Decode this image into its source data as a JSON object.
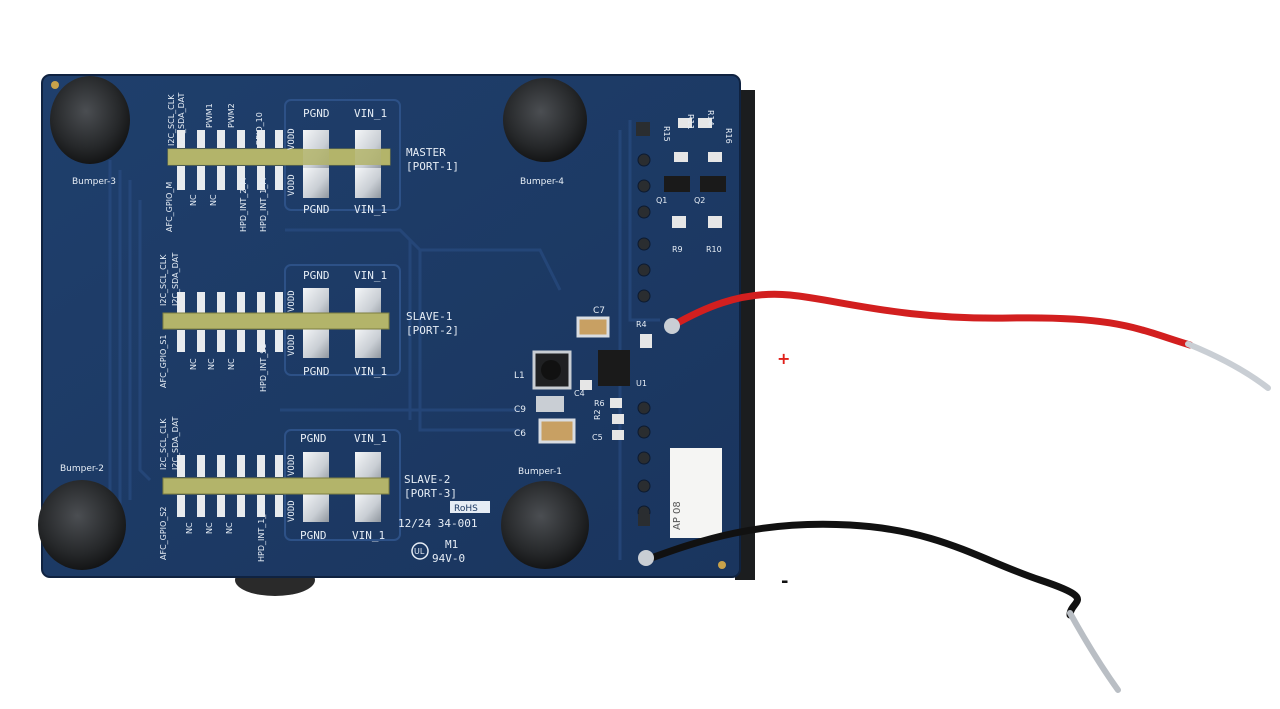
{
  "board": {
    "silkscreen": {
      "bumpers": [
        "Bumper-3",
        "Bumper-4",
        "Bumper-2",
        "Bumper-1"
      ],
      "ports": [
        {
          "name": "MASTER",
          "port": "[PORT-1]"
        },
        {
          "name": "SLAVE-1",
          "port": "[PORT-2]"
        },
        {
          "name": "SLAVE-2",
          "port": "[PORT-3]"
        }
      ],
      "pad_labels": {
        "pgnd": "PGND",
        "vin": "VIN_1",
        "vodd": "VODD"
      },
      "header_top_labels": [
        "I2C_SCL_CLK",
        "I2C_SDA_DAT",
        "PWM1",
        "PWM2",
        "GPIO_10"
      ],
      "header_bottom_labels": [
        "AFC_GPIO_S1",
        "NC",
        "NC",
        "NC",
        "HPD_INT_S1"
      ],
      "header_bottom_labels_master": [
        "AFC_GPIO_M",
        "NC",
        "NC",
        "HPD_INT_2_M",
        "HPD_INT_1_M"
      ],
      "header_bottom_labels_s2": [
        "AFC_GPIO_S2",
        "NC",
        "NC",
        "NC",
        "HPD_INT_1_S2"
      ],
      "components": [
        "R11",
        "R14",
        "R15",
        "R16",
        "Q1",
        "Q2",
        "R9",
        "R10",
        "C7",
        "R4",
        "L1",
        "C4",
        "U1",
        "R6",
        "C9",
        "R2",
        "C6",
        "C5"
      ],
      "date_code": "12/24 34-001",
      "rohs": "RoHS",
      "ul_mark": "M1",
      "ul_rating": "94V-0",
      "ul_symbol": "UL",
      "sticker_text": "AP 08"
    },
    "wires": {
      "positive_label": "+",
      "negative_label": "-",
      "positive_color": "#d21f1f",
      "negative_color": "#111111"
    },
    "colors": {
      "pcb": "#1d3a64",
      "pcb_dark": "#132a4b",
      "header_strip": "#b3b46a",
      "bumper": "#2a2c2e"
    }
  }
}
